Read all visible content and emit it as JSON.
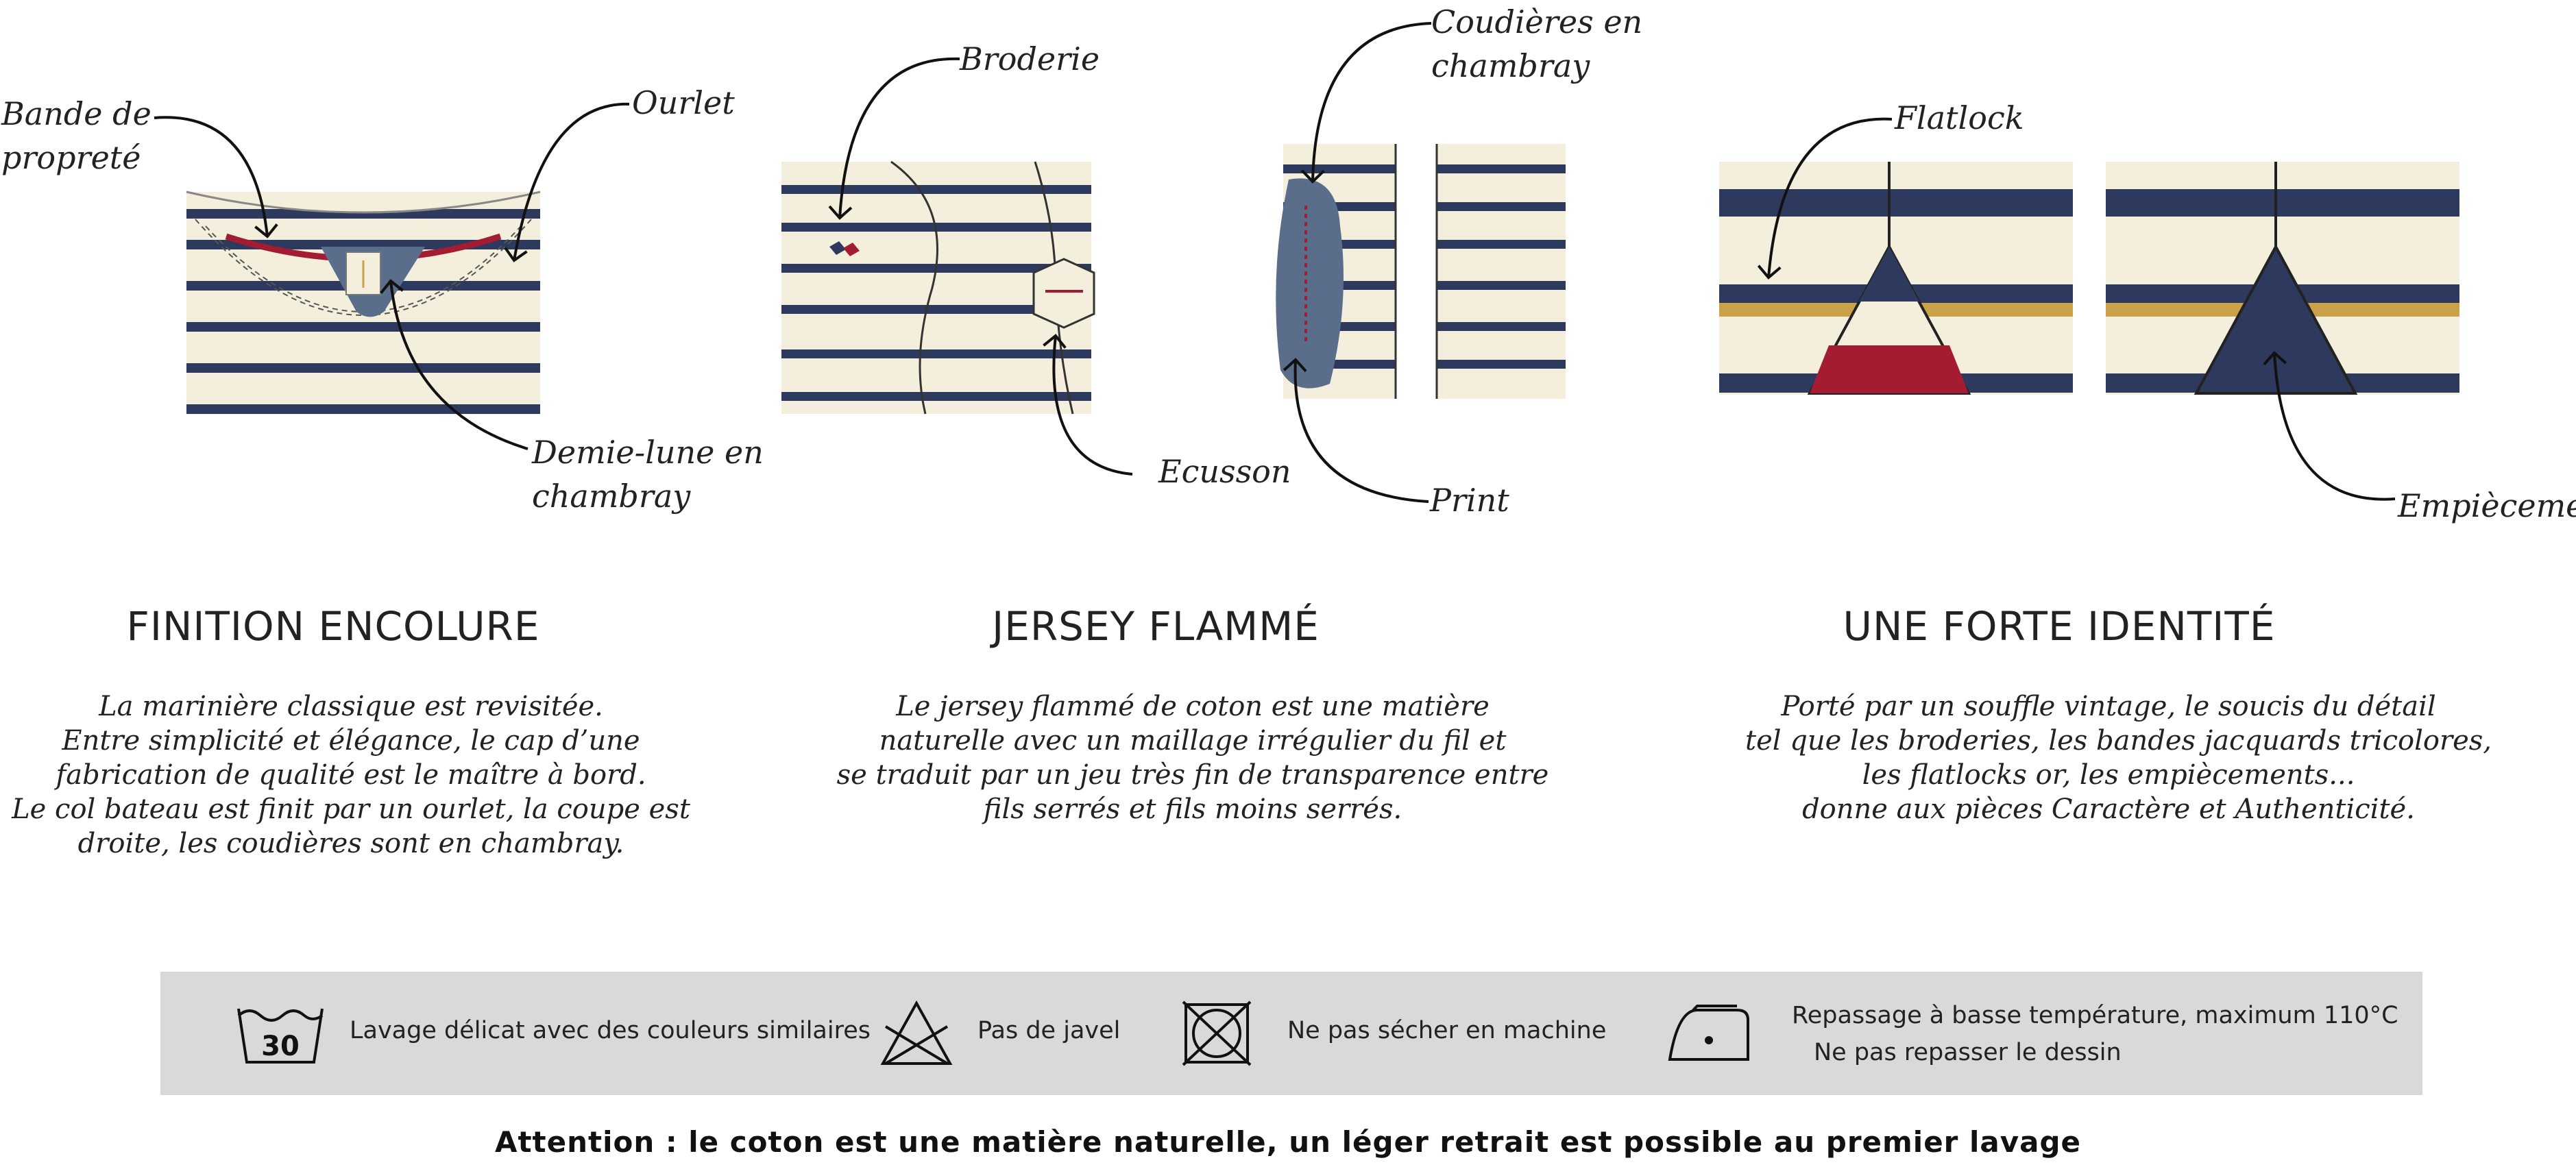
{
  "callouts": {
    "bande_de_proprete": [
      "Bande de",
      "propreté"
    ],
    "ourlet": "Ourlet",
    "demie_lune": [
      "Demie-lune en",
      "chambray"
    ],
    "broderie": "Broderie",
    "ecusson": "Ecusson",
    "coudieres": [
      "Coudières en",
      "chambray"
    ],
    "print": "Print",
    "flatlock": "Flatlock",
    "empiecements": "Empiècements"
  },
  "sections": [
    {
      "title": "FINITION ENCOLURE",
      "lines": [
        "La marinière classique est revisitée.",
        "Entre simplicité et élégance, le cap d’une",
        "fabrication de qualité est le maître à bord.",
        "Le col bateau est finit par un ourlet, la coupe est",
        "droite, les coudières sont en chambray."
      ]
    },
    {
      "title": "JERSEY FLAMMÉ",
      "lines": [
        "Le jersey flammé de coton est une matière",
        "naturelle avec un maillage irrégulier du fil et",
        "se traduit par un jeu très fin de transparence entre",
        "fils serrés et fils moins serrés."
      ]
    },
    {
      "title": "UNE FORTE IDENTITÉ",
      "lines": [
        "Porté par un souffle vintage, le soucis du détail",
        "tel que les broderies, les bandes jacquards tricolores,",
        "les flatlocks or, les empiècements...",
        "donne aux pièces Caractère et Authenticité."
      ]
    }
  ],
  "care": {
    "wash": {
      "icon": "wash-30-icon",
      "temp": "30",
      "label": "Lavage délicat avec des couleurs similaires"
    },
    "bleach": {
      "icon": "no-bleach-icon",
      "label": "Pas de javel"
    },
    "dry": {
      "icon": "no-tumble-dry-icon",
      "label": "Ne pas sécher en machine"
    },
    "iron": {
      "icon": "low-iron-icon",
      "label": "Repassage à basse température, maximum 110°C",
      "label2": "Ne pas repasser le dessin"
    }
  },
  "footer": "Attention : le coton est une matière naturelle, un léger retrait est possible au premier lavage",
  "colors": {
    "navy": "#2d3a5e",
    "cream": "#f3efdc",
    "red": "#a31c32",
    "gold": "#c9a24a",
    "chambray": "#5a6e8c",
    "bar": "#d9d9d9"
  }
}
